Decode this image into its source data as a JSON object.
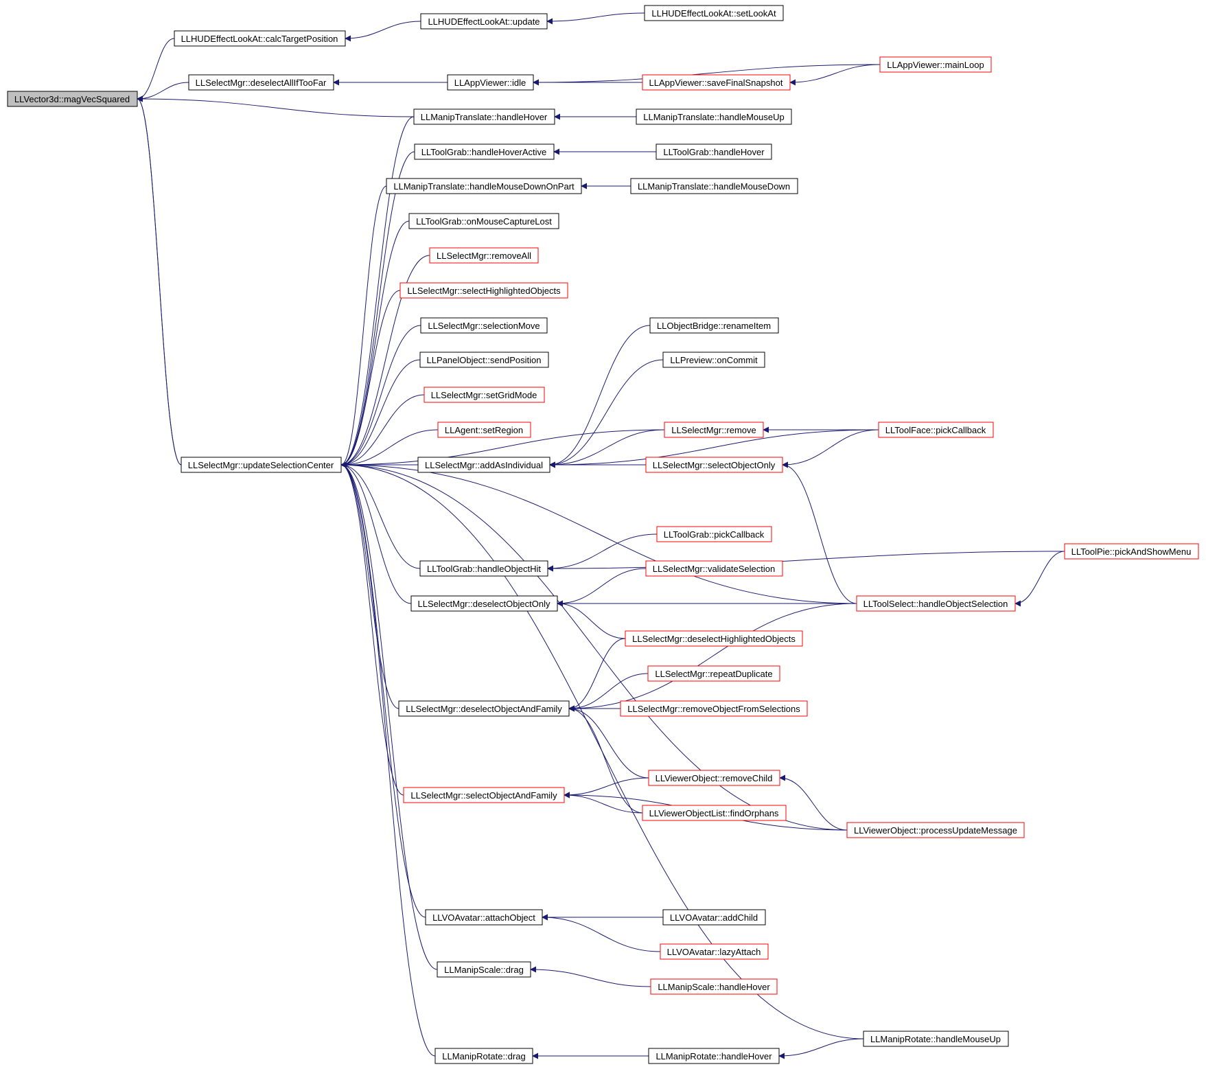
{
  "colors": {
    "edge": "#191970",
    "normal_border": "#000000",
    "truncated_border": "#ff0000",
    "root_fill": "#bfbfbf",
    "node_fill": "#ffffff"
  },
  "nodes": [
    {
      "id": "root",
      "label": "LLVector3d::magVecSquared",
      "style": "root"
    },
    {
      "id": "calcTarget",
      "label": "LLHUDEffectLookAt::calcTargetPosition",
      "style": "normal"
    },
    {
      "id": "hudUpdate",
      "label": "LLHUDEffectLookAt::update",
      "style": "normal"
    },
    {
      "id": "setLookAt",
      "label": "LLHUDEffectLookAt::setLookAt",
      "style": "normal"
    },
    {
      "id": "deselectAllIfTooFar",
      "label": "LLSelectMgr::deselectAllIfTooFar",
      "style": "normal"
    },
    {
      "id": "idle",
      "label": "LLAppViewer::idle",
      "style": "normal"
    },
    {
      "id": "mainLoop",
      "label": "LLAppViewer::mainLoop",
      "style": "truncated"
    },
    {
      "id": "saveFinalSnapshot",
      "label": "LLAppViewer::saveFinalSnapshot",
      "style": "truncated"
    },
    {
      "id": "mtHandleHover",
      "label": "LLManipTranslate::handleHover",
      "style": "normal"
    },
    {
      "id": "mtHandleMouseUp",
      "label": "LLManipTranslate::handleMouseUp",
      "style": "normal"
    },
    {
      "id": "tgHandleHoverActive",
      "label": "LLToolGrab::handleHoverActive",
      "style": "normal"
    },
    {
      "id": "tgHandleHover",
      "label": "LLToolGrab::handleHover",
      "style": "normal"
    },
    {
      "id": "mtMouseDownOnPart",
      "label": "LLManipTranslate::handleMouseDownOnPart",
      "style": "normal"
    },
    {
      "id": "mtHandleMouseDown",
      "label": "LLManipTranslate::handleMouseDown",
      "style": "normal"
    },
    {
      "id": "tgMouseCaptureLost",
      "label": "LLToolGrab::onMouseCaptureLost",
      "style": "normal"
    },
    {
      "id": "removeAll",
      "label": "LLSelectMgr::removeAll",
      "style": "truncated"
    },
    {
      "id": "selectHighlighted",
      "label": "LLSelectMgr::selectHighlightedObjects",
      "style": "truncated"
    },
    {
      "id": "selectionMove",
      "label": "LLSelectMgr::selectionMove",
      "style": "normal"
    },
    {
      "id": "sendPosition",
      "label": "LLPanelObject::sendPosition",
      "style": "normal"
    },
    {
      "id": "setGridMode",
      "label": "LLSelectMgr::setGridMode",
      "style": "truncated"
    },
    {
      "id": "setRegion",
      "label": "LLAgent::setRegion",
      "style": "truncated"
    },
    {
      "id": "updateSelectionCenter",
      "label": "LLSelectMgr::updateSelectionCenter",
      "style": "normal"
    },
    {
      "id": "addAsIndividual",
      "label": "LLSelectMgr::addAsIndividual",
      "style": "normal"
    },
    {
      "id": "renameItem",
      "label": "LLObjectBridge::renameItem",
      "style": "normal"
    },
    {
      "id": "previewOnCommit",
      "label": "LLPreview::onCommit",
      "style": "normal"
    },
    {
      "id": "smRemove",
      "label": "LLSelectMgr::remove",
      "style": "truncated"
    },
    {
      "id": "tfPickCallback",
      "label": "LLToolFace::pickCallback",
      "style": "truncated"
    },
    {
      "id": "selectObjectOnly",
      "label": "LLSelectMgr::selectObjectOnly",
      "style": "truncated"
    },
    {
      "id": "tgPickCallback",
      "label": "LLToolGrab::pickCallback",
      "style": "truncated"
    },
    {
      "id": "pickAndShowMenu",
      "label": "LLToolPie::pickAndShowMenu",
      "style": "truncated"
    },
    {
      "id": "tgHandleObjectHit",
      "label": "LLToolGrab::handleObjectHit",
      "style": "normal"
    },
    {
      "id": "validateSelection",
      "label": "LLSelectMgr::validateSelection",
      "style": "truncated"
    },
    {
      "id": "deselectObjectOnly",
      "label": "LLSelectMgr::deselectObjectOnly",
      "style": "normal"
    },
    {
      "id": "handleObjectSelection",
      "label": "LLToolSelect::handleObjectSelection",
      "style": "truncated"
    },
    {
      "id": "deselectHighlighted",
      "label": "LLSelectMgr::deselectHighlightedObjects",
      "style": "truncated"
    },
    {
      "id": "repeatDuplicate",
      "label": "LLSelectMgr::repeatDuplicate",
      "style": "truncated"
    },
    {
      "id": "deselectObjectAndFamily",
      "label": "LLSelectMgr::deselectObjectAndFamily",
      "style": "normal"
    },
    {
      "id": "removeObjectFromSelections",
      "label": "LLSelectMgr::removeObjectFromSelections",
      "style": "truncated"
    },
    {
      "id": "voRemoveChild",
      "label": "LLViewerObject::removeChild",
      "style": "truncated"
    },
    {
      "id": "selectObjectAndFamily",
      "label": "LLSelectMgr::selectObjectAndFamily",
      "style": "truncated"
    },
    {
      "id": "findOrphans",
      "label": "LLViewerObjectList::findOrphans",
      "style": "truncated"
    },
    {
      "id": "processUpdateMessage",
      "label": "LLViewerObject::processUpdateMessage",
      "style": "truncated"
    },
    {
      "id": "attachObject",
      "label": "LLVOAvatar::attachObject",
      "style": "normal"
    },
    {
      "id": "addChild",
      "label": "LLVOAvatar::addChild",
      "style": "normal"
    },
    {
      "id": "lazyAttach",
      "label": "LLVOAvatar::lazyAttach",
      "style": "truncated"
    },
    {
      "id": "msDrag",
      "label": "LLManipScale::drag",
      "style": "normal"
    },
    {
      "id": "msHandleHover",
      "label": "LLManipScale::handleHover",
      "style": "truncated"
    },
    {
      "id": "mrHandleMouseUp",
      "label": "LLManipRotate::handleMouseUp",
      "style": "normal"
    },
    {
      "id": "mrDrag",
      "label": "LLManipRotate::drag",
      "style": "normal"
    },
    {
      "id": "mrHandleHover",
      "label": "LLManipRotate::handleHover",
      "style": "normal"
    }
  ],
  "edges": [
    {
      "from": "calcTarget",
      "to": "root"
    },
    {
      "from": "hudUpdate",
      "to": "calcTarget"
    },
    {
      "from": "setLookAt",
      "to": "hudUpdate"
    },
    {
      "from": "deselectAllIfTooFar",
      "to": "root"
    },
    {
      "from": "idle",
      "to": "deselectAllIfTooFar"
    },
    {
      "from": "mainLoop",
      "to": "idle"
    },
    {
      "from": "saveFinalSnapshot",
      "to": "idle"
    },
    {
      "from": "mainLoop",
      "to": "saveFinalSnapshot"
    },
    {
      "from": "mtHandleHover",
      "to": "root"
    },
    {
      "from": "mtHandleMouseUp",
      "to": "mtHandleHover"
    },
    {
      "from": "updateSelectionCenter",
      "to": "root"
    },
    {
      "from": "mtHandleHover",
      "to": "updateSelectionCenter"
    },
    {
      "from": "tgHandleHoverActive",
      "to": "updateSelectionCenter"
    },
    {
      "from": "tgHandleHover",
      "to": "tgHandleHoverActive"
    },
    {
      "from": "mtMouseDownOnPart",
      "to": "updateSelectionCenter"
    },
    {
      "from": "mtHandleMouseDown",
      "to": "mtMouseDownOnPart"
    },
    {
      "from": "tgMouseCaptureLost",
      "to": "updateSelectionCenter"
    },
    {
      "from": "removeAll",
      "to": "updateSelectionCenter"
    },
    {
      "from": "selectHighlighted",
      "to": "updateSelectionCenter"
    },
    {
      "from": "selectionMove",
      "to": "updateSelectionCenter"
    },
    {
      "from": "sendPosition",
      "to": "updateSelectionCenter"
    },
    {
      "from": "setGridMode",
      "to": "updateSelectionCenter"
    },
    {
      "from": "setRegion",
      "to": "updateSelectionCenter"
    },
    {
      "from": "addAsIndividual",
      "to": "updateSelectionCenter"
    },
    {
      "from": "renameItem",
      "to": "addAsIndividual"
    },
    {
      "from": "previewOnCommit",
      "to": "addAsIndividual"
    },
    {
      "from": "tfPickCallback",
      "to": "addAsIndividual"
    },
    {
      "from": "smRemove",
      "to": "addAsIndividual"
    },
    {
      "from": "selectObjectOnly",
      "to": "addAsIndividual"
    },
    {
      "from": "tfPickCallback",
      "to": "smRemove"
    },
    {
      "from": "tfPickCallback",
      "to": "selectObjectOnly"
    },
    {
      "from": "handleObjectSelection",
      "to": "selectObjectOnly"
    },
    {
      "from": "smRemove",
      "to": "updateSelectionCenter"
    },
    {
      "from": "selectObjectOnly",
      "to": "updateSelectionCenter"
    },
    {
      "from": "tgHandleObjectHit",
      "to": "updateSelectionCenter"
    },
    {
      "from": "tgPickCallback",
      "to": "tgHandleObjectHit"
    },
    {
      "from": "pickAndShowMenu",
      "to": "tgHandleObjectHit"
    },
    {
      "from": "pickAndShowMenu",
      "to": "handleObjectSelection"
    },
    {
      "from": "deselectObjectOnly",
      "to": "updateSelectionCenter"
    },
    {
      "from": "validateSelection",
      "to": "deselectObjectOnly"
    },
    {
      "from": "handleObjectSelection",
      "to": "deselectObjectOnly"
    },
    {
      "from": "deselectHighlighted",
      "to": "deselectObjectOnly"
    },
    {
      "from": "deselectObjectAndFamily",
      "to": "updateSelectionCenter"
    },
    {
      "from": "deselectHighlighted",
      "to": "deselectObjectAndFamily"
    },
    {
      "from": "repeatDuplicate",
      "to": "deselectObjectAndFamily"
    },
    {
      "from": "removeObjectFromSelections",
      "to": "deselectObjectAndFamily"
    },
    {
      "from": "handleObjectSelection",
      "to": "deselectObjectAndFamily"
    },
    {
      "from": "voRemoveChild",
      "to": "deselectObjectAndFamily"
    },
    {
      "from": "findOrphans",
      "to": "deselectObjectAndFamily"
    },
    {
      "from": "selectObjectAndFamily",
      "to": "updateSelectionCenter"
    },
    {
      "from": "voRemoveChild",
      "to": "selectObjectAndFamily"
    },
    {
      "from": "findOrphans",
      "to": "selectObjectAndFamily"
    },
    {
      "from": "processUpdateMessage",
      "to": "selectObjectAndFamily"
    },
    {
      "from": "processUpdateMessage",
      "to": "voRemoveChild"
    },
    {
      "from": "handleObjectSelection",
      "to": "updateSelectionCenter"
    },
    {
      "from": "processUpdateMessage",
      "to": "updateSelectionCenter"
    },
    {
      "from": "attachObject",
      "to": "updateSelectionCenter"
    },
    {
      "from": "addChild",
      "to": "attachObject"
    },
    {
      "from": "lazyAttach",
      "to": "attachObject"
    },
    {
      "from": "msDrag",
      "to": "updateSelectionCenter"
    },
    {
      "from": "msHandleHover",
      "to": "msDrag"
    },
    {
      "from": "mrHandleMouseUp",
      "to": "updateSelectionCenter"
    },
    {
      "from": "mrDrag",
      "to": "updateSelectionCenter"
    },
    {
      "from": "mrHandleHover",
      "to": "mrDrag"
    },
    {
      "from": "mrHandleMouseUp",
      "to": "mrHandleHover"
    },
    {
      "from": "updateSelectionCenter",
      "to": "root"
    }
  ]
}
